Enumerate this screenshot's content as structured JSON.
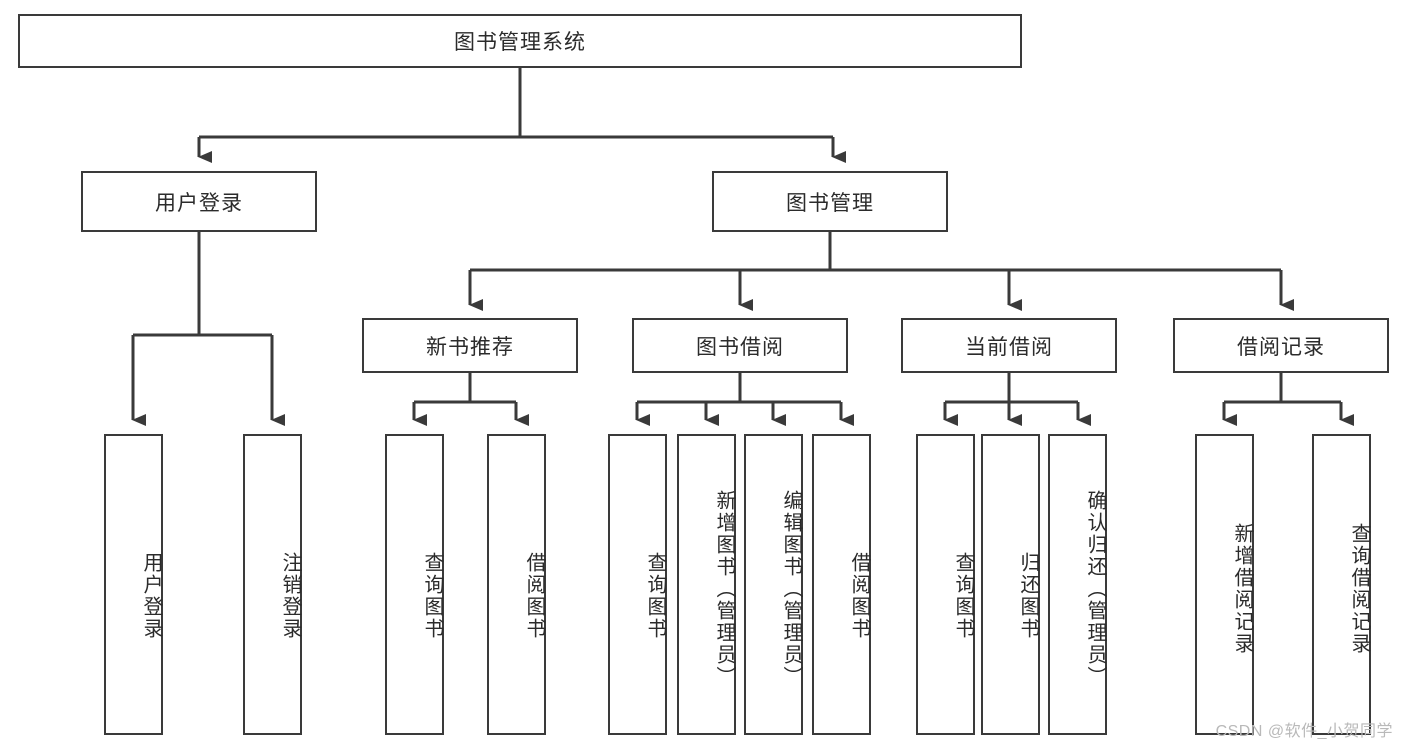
{
  "diagram": {
    "title": "图书管理系统",
    "type": "hierarchy-tree",
    "orientation": "top-down",
    "levels": 4,
    "root": {
      "id": "root",
      "label": "图书管理系统",
      "orient": "horizontal"
    },
    "level2": [
      {
        "id": "user-login",
        "label": "用户登录",
        "orient": "horizontal"
      },
      {
        "id": "book-manage",
        "label": "图书管理",
        "orient": "horizontal"
      }
    ],
    "level3": [
      {
        "id": "new-book-recommend",
        "label": "新书推荐",
        "orient": "horizontal",
        "parent": "book-manage"
      },
      {
        "id": "book-borrow",
        "label": "图书借阅",
        "orient": "horizontal",
        "parent": "book-manage"
      },
      {
        "id": "current-borrow",
        "label": "当前借阅",
        "orient": "horizontal",
        "parent": "book-manage"
      },
      {
        "id": "borrow-record",
        "label": "借阅记录",
        "orient": "horizontal",
        "parent": "book-manage"
      }
    ],
    "leaves": [
      {
        "id": "leaf-user-login",
        "label": "用户登录",
        "orient": "vertical",
        "parent": "user-login"
      },
      {
        "id": "leaf-user-logout",
        "label": "注销登录",
        "orient": "vertical",
        "parent": "user-login"
      },
      {
        "id": "leaf-query-book-1",
        "label": "查询图书",
        "orient": "vertical",
        "parent": "new-book-recommend"
      },
      {
        "id": "leaf-borrow-book-1",
        "label": "借阅图书",
        "orient": "vertical",
        "parent": "new-book-recommend"
      },
      {
        "id": "leaf-query-book-2",
        "label": "查询图书",
        "orient": "vertical",
        "parent": "book-borrow"
      },
      {
        "id": "leaf-add-book",
        "label": "新增图书（管理员）",
        "orient": "vertical",
        "parent": "book-borrow"
      },
      {
        "id": "leaf-edit-book",
        "label": "编辑图书（管理员）",
        "orient": "vertical",
        "parent": "book-borrow"
      },
      {
        "id": "leaf-borrow-book-2",
        "label": "借阅图书",
        "orient": "vertical",
        "parent": "book-borrow"
      },
      {
        "id": "leaf-query-book-3",
        "label": "查询图书",
        "orient": "vertical",
        "parent": "current-borrow"
      },
      {
        "id": "leaf-return-book",
        "label": "归还图书",
        "orient": "vertical",
        "parent": "current-borrow"
      },
      {
        "id": "leaf-confirm-return",
        "label": "确认归还（管理员）",
        "orient": "vertical",
        "parent": "current-borrow"
      },
      {
        "id": "leaf-add-record",
        "label": "新增借阅记录",
        "orient": "vertical",
        "parent": "borrow-record"
      },
      {
        "id": "leaf-query-record",
        "label": "查询借阅记录",
        "orient": "vertical",
        "parent": "borrow-record"
      }
    ],
    "colors": {
      "border": "#3a3a3a",
      "background": "#ffffff",
      "text": "#2b2b2b",
      "watermark": "#b9b9b9"
    }
  },
  "watermark": {
    "text": "CSDN @软件_小贺同学"
  }
}
